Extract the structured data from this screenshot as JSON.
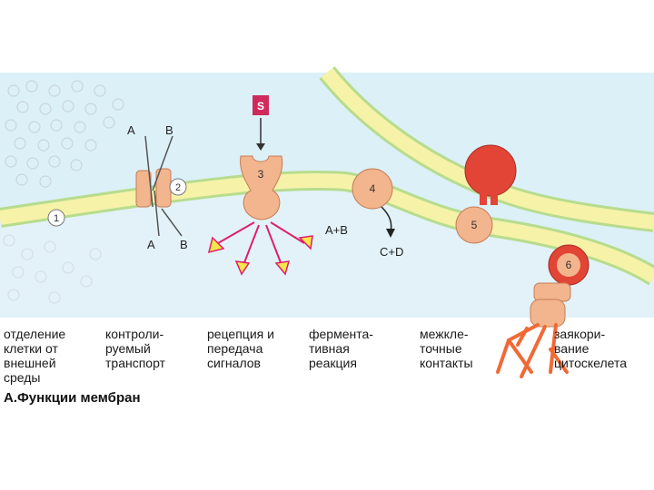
{
  "title": "А.Функции мембран",
  "functions": [
    {
      "number": "1",
      "caption": "отделение\nклетки от\nвнешней\nсреды"
    },
    {
      "number": "2",
      "caption": "контроли-\nруемый\nтранспорт"
    },
    {
      "number": "3",
      "caption": "рецепция и\nпередача\nсигналов"
    },
    {
      "number": "4",
      "caption": "фермента-\nтивная\nреакция"
    },
    {
      "number": "5",
      "caption": "межкле-\nточные\nконтакты"
    },
    {
      "number": "6",
      "caption": "заякори-\nвание\nцитоскелета"
    }
  ],
  "labels": {
    "signal": "S",
    "transport_top_a": "A",
    "transport_top_b": "B",
    "transport_bottom_a": "A",
    "transport_bottom_b": "B",
    "substrate": "A+B",
    "product": "C+D"
  },
  "colors": {
    "background_fluid": "#dcf0f8",
    "membrane_yellow": "#f6f2a8",
    "membrane_edge": "#b7dc8e",
    "protein": "#f2b58e",
    "protein_edge": "#c77c55",
    "contact_red": "#e24436",
    "signal_box": "#d02a5a",
    "signal_arrow": "#e01e6a",
    "arrow_head_fill": "#f6e64c",
    "cytoskeleton": "#f06a36"
  }
}
